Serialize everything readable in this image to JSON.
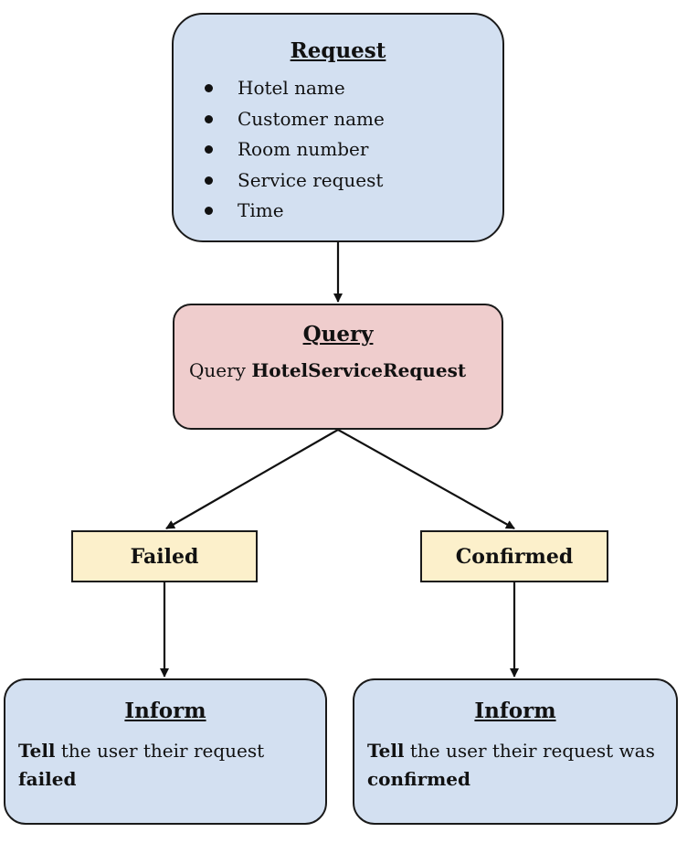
{
  "request": {
    "title": "Request",
    "items": [
      "Hotel name",
      "Customer name",
      "Room number",
      "Service request",
      "Time"
    ]
  },
  "query": {
    "title": "Query",
    "prefix": "Query",
    "name": "HotelServiceRequest"
  },
  "failed": {
    "label": "Failed"
  },
  "confirmed": {
    "label": "Confirmed"
  },
  "inform_failed": {
    "title": "Inform",
    "bold_start": "Tell",
    "text": " the user their request",
    "bold_end": "failed"
  },
  "inform_confirmed": {
    "title": "Inform",
    "bold_start": "Tell",
    "text": " the user their request was",
    "bold_end": "confirmed"
  },
  "colors": {
    "blue_box": "#d3e0f1",
    "pink_box": "#efcdcd",
    "yellow_box": "#fcf0cb",
    "stroke": "#1a1a1a"
  }
}
